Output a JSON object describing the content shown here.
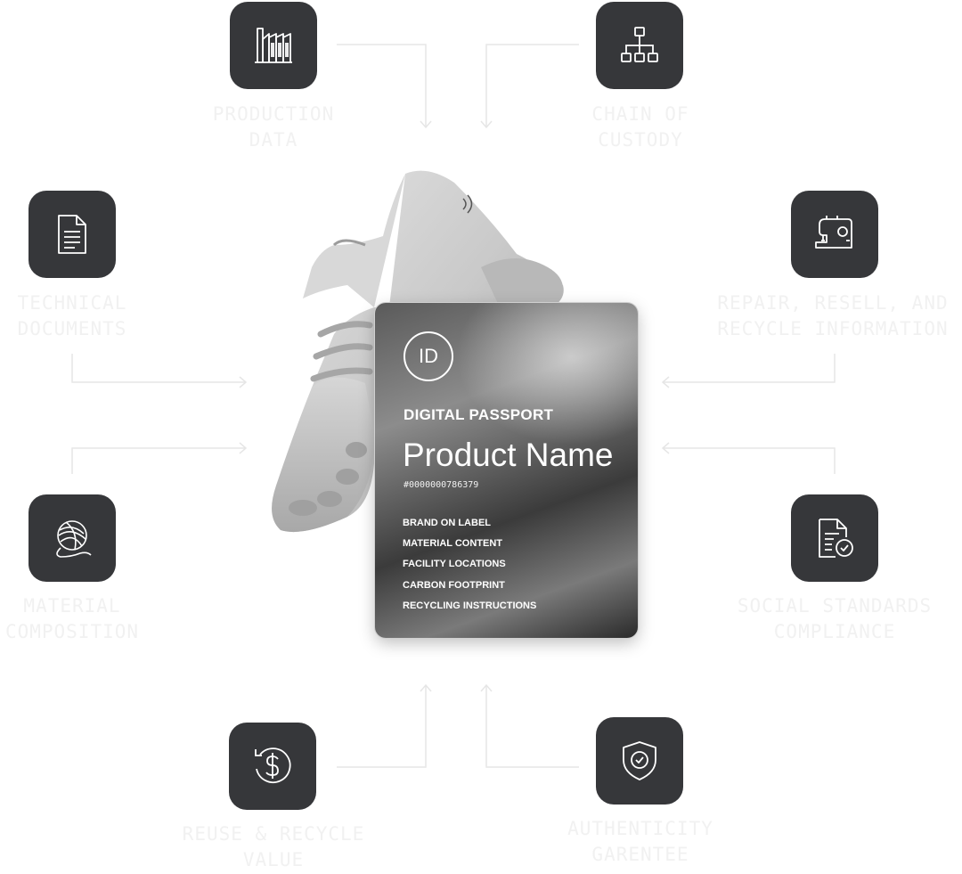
{
  "nodes": {
    "production_data": {
      "label_line1": "PRODUCTION",
      "label_line2": "DATA",
      "icon": "factory-icon"
    },
    "chain_of_custody": {
      "label_line1": "CHAIN OF",
      "label_line2": "CUSTODY",
      "icon": "hierarchy-icon"
    },
    "technical_documents": {
      "label_line1": "TECHNICAL",
      "label_line2": "DOCUMENTS",
      "icon": "document-icon"
    },
    "repair_resell_recycle": {
      "label_line1": "REPAIR, RESELL, AND",
      "label_line2": "RECYCLE INFORMATION",
      "icon": "sewing-machine-icon"
    },
    "material_composition": {
      "label_line1": "MATERIAL",
      "label_line2": "COMPOSITION",
      "icon": "yarn-ball-icon"
    },
    "social_standards": {
      "label_line1": "SOCIAL STANDARDS",
      "label_line2": "COMPLIANCE",
      "icon": "document-check-icon"
    },
    "reuse_recycle_value": {
      "label_line1": "REUSE & RECYCLE",
      "label_line2": "VALUE",
      "icon": "dollar-cycle-icon"
    },
    "authenticity": {
      "label_line1": "AUTHENTICITY",
      "label_line2": "GARENTEE",
      "icon": "shield-check-icon"
    }
  },
  "passport": {
    "badge": "ID",
    "title": "DIGITAL PASSPORT",
    "product_name": "Product Name",
    "product_id": "#0000000786379",
    "attributes": [
      "BRAND ON LABEL",
      "MATERIAL CONTENT",
      "FACILITY LOCATIONS",
      "CARBON FOOTPRINT",
      "RECYCLING INSTRUCTIONS"
    ]
  },
  "colors": {
    "tile": "#36373a",
    "label": "#f1f1f1",
    "connector": "#ececec",
    "icon_stroke": "#ffffff"
  }
}
